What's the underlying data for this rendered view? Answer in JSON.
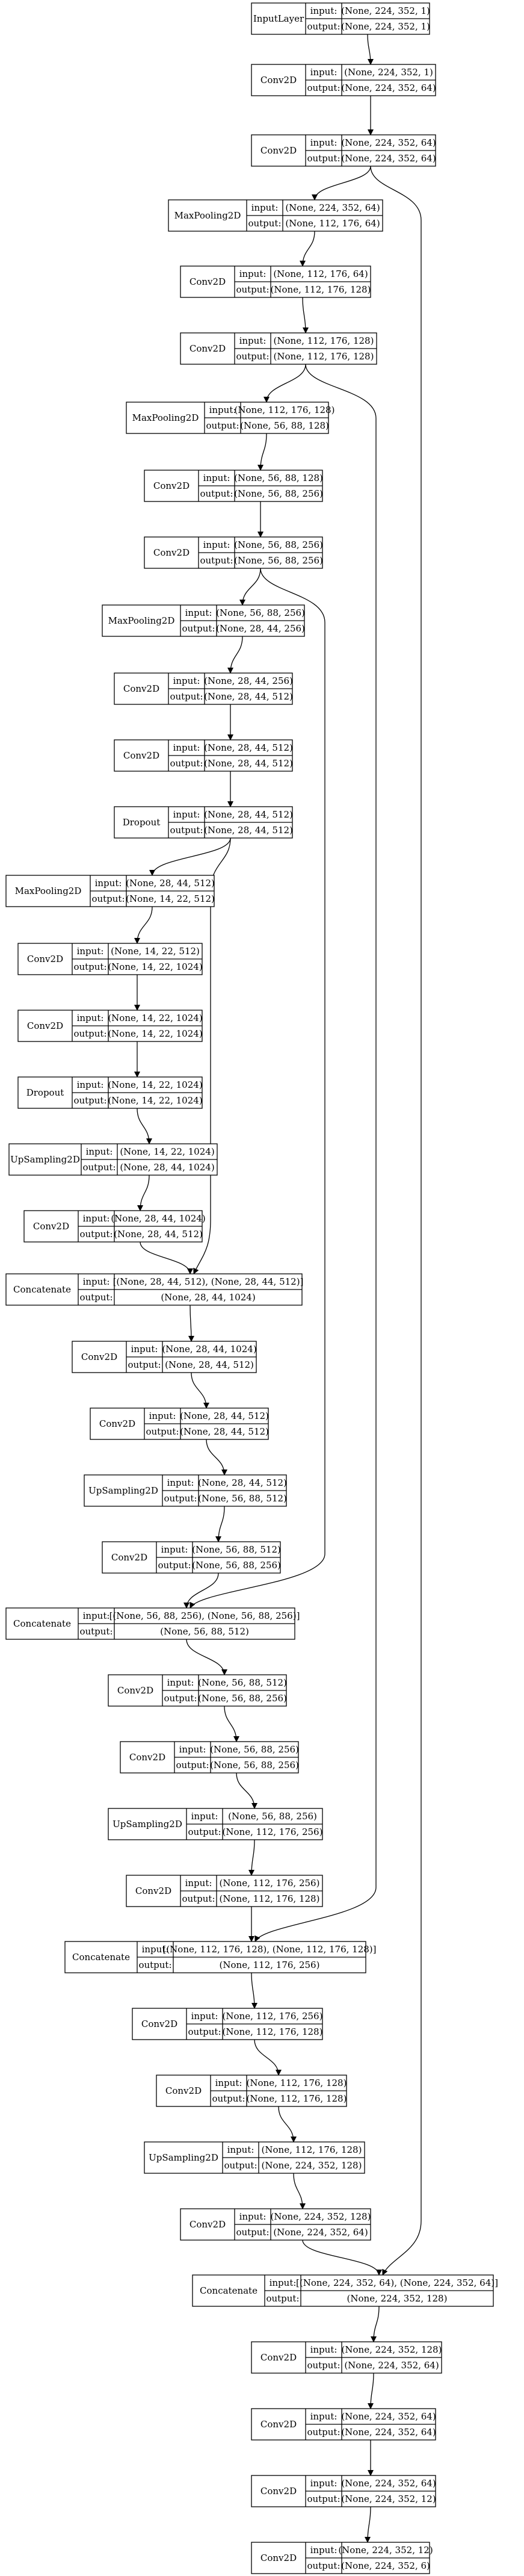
{
  "labels": {
    "input": "input:",
    "output": "output:"
  },
  "nodes": [
    {
      "layer": "InputLayer",
      "input": "(None, 224, 352, 1)",
      "output": "(None, 224, 352, 1)"
    },
    {
      "layer": "Conv2D",
      "input": "(None, 224, 352, 1)",
      "output": "(None, 224, 352, 64)"
    },
    {
      "layer": "Conv2D",
      "input": "(None, 224, 352, 64)",
      "output": "(None, 224, 352, 64)"
    },
    {
      "layer": "MaxPooling2D",
      "input": "(None, 224, 352, 64)",
      "output": "(None, 112, 176, 64)"
    },
    {
      "layer": "Conv2D",
      "input": "(None, 112, 176, 64)",
      "output": "(None, 112, 176, 128)"
    },
    {
      "layer": "Conv2D",
      "input": "(None, 112, 176, 128)",
      "output": "(None, 112, 176, 128)"
    },
    {
      "layer": "MaxPooling2D",
      "input": "(None, 112, 176, 128)",
      "output": "(None, 56, 88, 128)"
    },
    {
      "layer": "Conv2D",
      "input": "(None, 56, 88, 128)",
      "output": "(None, 56, 88, 256)"
    },
    {
      "layer": "Conv2D",
      "input": "(None, 56, 88, 256)",
      "output": "(None, 56, 88, 256)"
    },
    {
      "layer": "MaxPooling2D",
      "input": "(None, 56, 88, 256)",
      "output": "(None, 28, 44, 256)"
    },
    {
      "layer": "Conv2D",
      "input": "(None, 28, 44, 256)",
      "output": "(None, 28, 44, 512)"
    },
    {
      "layer": "Conv2D",
      "input": "(None, 28, 44, 512)",
      "output": "(None, 28, 44, 512)"
    },
    {
      "layer": "Dropout",
      "input": "(None, 28, 44, 512)",
      "output": "(None, 28, 44, 512)"
    },
    {
      "layer": "MaxPooling2D",
      "input": "(None, 28, 44, 512)",
      "output": "(None, 14, 22, 512)"
    },
    {
      "layer": "Conv2D",
      "input": "(None, 14, 22, 512)",
      "output": "(None, 14, 22, 1024)"
    },
    {
      "layer": "Conv2D",
      "input": "(None, 14, 22, 1024)",
      "output": "(None, 14, 22, 1024)"
    },
    {
      "layer": "Dropout",
      "input": "(None, 14, 22, 1024)",
      "output": "(None, 14, 22, 1024)"
    },
    {
      "layer": "UpSampling2D",
      "input": "(None, 14, 22, 1024)",
      "output": "(None, 28, 44, 1024)"
    },
    {
      "layer": "Conv2D",
      "input": "(None, 28, 44, 1024)",
      "output": "(None, 28, 44, 512)"
    },
    {
      "layer": "Concatenate",
      "input": "[(None, 28, 44, 512), (None, 28, 44, 512)]",
      "output": "(None, 28, 44, 1024)"
    },
    {
      "layer": "Conv2D",
      "input": "(None, 28, 44, 1024)",
      "output": "(None, 28, 44, 512)"
    },
    {
      "layer": "Conv2D",
      "input": "(None, 28, 44, 512)",
      "output": "(None, 28, 44, 512)"
    },
    {
      "layer": "UpSampling2D",
      "input": "(None, 28, 44, 512)",
      "output": "(None, 56, 88, 512)"
    },
    {
      "layer": "Conv2D",
      "input": "(None, 56, 88, 512)",
      "output": "(None, 56, 88, 256)"
    },
    {
      "layer": "Concatenate",
      "input": "[(None, 56, 88, 256), (None, 56, 88, 256)]",
      "output": "(None, 56, 88, 512)"
    },
    {
      "layer": "Conv2D",
      "input": "(None, 56, 88, 512)",
      "output": "(None, 56, 88, 256)"
    },
    {
      "layer": "Conv2D",
      "input": "(None, 56, 88, 256)",
      "output": "(None, 56, 88, 256)"
    },
    {
      "layer": "UpSampling2D",
      "input": "(None, 56, 88, 256)",
      "output": "(None, 112, 176, 256)"
    },
    {
      "layer": "Conv2D",
      "input": "(None, 112, 176, 256)",
      "output": "(None, 112, 176, 128)"
    },
    {
      "layer": "Concatenate",
      "input": "[(None, 112, 176, 128), (None, 112, 176, 128)]",
      "output": "(None, 112, 176, 256)"
    },
    {
      "layer": "Conv2D",
      "input": "(None, 112, 176, 256)",
      "output": "(None, 112, 176, 128)"
    },
    {
      "layer": "Conv2D",
      "input": "(None, 112, 176, 128)",
      "output": "(None, 112, 176, 128)"
    },
    {
      "layer": "UpSampling2D",
      "input": "(None, 112, 176, 128)",
      "output": "(None, 224, 352, 128)"
    },
    {
      "layer": "Conv2D",
      "input": "(None, 224, 352, 128)",
      "output": "(None, 224, 352, 64)"
    },
    {
      "layer": "Concatenate",
      "input": "[(None, 224, 352, 64), (None, 224, 352, 64)]",
      "output": "(None, 224, 352, 128)"
    },
    {
      "layer": "Conv2D",
      "input": "(None, 224, 352, 128)",
      "output": "(None, 224, 352, 64)"
    },
    {
      "layer": "Conv2D",
      "input": "(None, 224, 352, 64)",
      "output": "(None, 224, 352, 64)"
    },
    {
      "layer": "Conv2D",
      "input": "(None, 224, 352, 64)",
      "output": "(None, 224, 352, 12)"
    },
    {
      "layer": "Conv2D",
      "input": "(None, 224, 352, 12)",
      "output": "(None, 224, 352, 6)"
    }
  ],
  "edges": [
    [
      0,
      1
    ],
    [
      1,
      2
    ],
    [
      2,
      3
    ],
    [
      3,
      4
    ],
    [
      4,
      5
    ],
    [
      5,
      6
    ],
    [
      6,
      7
    ],
    [
      7,
      8
    ],
    [
      8,
      9
    ],
    [
      9,
      10
    ],
    [
      10,
      11
    ],
    [
      11,
      12
    ],
    [
      12,
      13
    ],
    [
      13,
      14
    ],
    [
      14,
      15
    ],
    [
      15,
      16
    ],
    [
      16,
      17
    ],
    [
      17,
      18
    ],
    [
      18,
      19
    ],
    [
      12,
      19
    ],
    [
      19,
      20
    ],
    [
      20,
      21
    ],
    [
      21,
      22
    ],
    [
      22,
      23
    ],
    [
      23,
      24
    ],
    [
      8,
      24
    ],
    [
      24,
      25
    ],
    [
      25,
      26
    ],
    [
      26,
      27
    ],
    [
      27,
      28
    ],
    [
      28,
      29
    ],
    [
      5,
      29
    ],
    [
      29,
      30
    ],
    [
      30,
      31
    ],
    [
      31,
      32
    ],
    [
      32,
      33
    ],
    [
      33,
      34
    ],
    [
      2,
      34
    ],
    [
      34,
      35
    ],
    [
      35,
      36
    ],
    [
      36,
      37
    ],
    [
      37,
      38
    ]
  ]
}
